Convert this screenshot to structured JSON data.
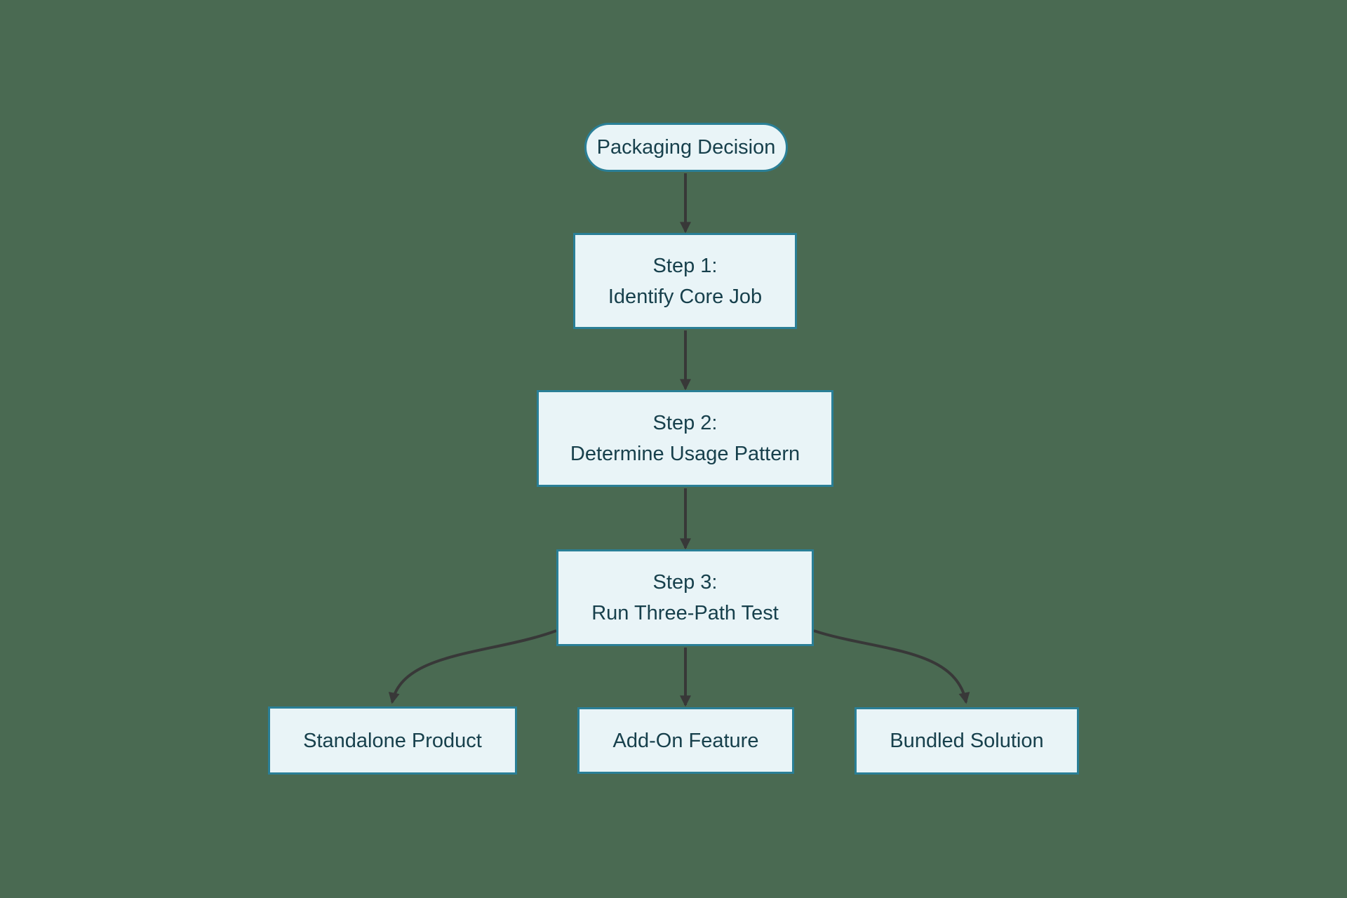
{
  "diagram": {
    "type": "flowchart",
    "direction": "top-down",
    "nodes": {
      "start": {
        "id": "start",
        "shape": "stadium",
        "label": "Packaging Decision"
      },
      "step1": {
        "id": "step1",
        "shape": "rect",
        "label_line1": "Step 1:",
        "label_line2": "Identify Core Job"
      },
      "step2": {
        "id": "step2",
        "shape": "rect",
        "label_line1": "Step 2:",
        "label_line2": "Determine Usage Pattern"
      },
      "step3": {
        "id": "step3",
        "shape": "rect",
        "label_line1": "Step 3:",
        "label_line2": "Run Three-Path Test"
      },
      "out1": {
        "id": "out1",
        "shape": "rect",
        "label": "Standalone Product"
      },
      "out2": {
        "id": "out2",
        "shape": "rect",
        "label": "Add-On Feature"
      },
      "out3": {
        "id": "out3",
        "shape": "rect",
        "label": "Bundled Solution"
      }
    },
    "edges": [
      {
        "from": "start",
        "to": "step1"
      },
      {
        "from": "step1",
        "to": "step2"
      },
      {
        "from": "step2",
        "to": "step3"
      },
      {
        "from": "step3",
        "to": "out1"
      },
      {
        "from": "step3",
        "to": "out2"
      },
      {
        "from": "step3",
        "to": "out3"
      }
    ],
    "colors": {
      "background": "#4a6a52",
      "node_fill": "#e9f4f7",
      "node_border": "#2a7f96",
      "node_text": "#17404c",
      "arrow": "#383838"
    }
  }
}
